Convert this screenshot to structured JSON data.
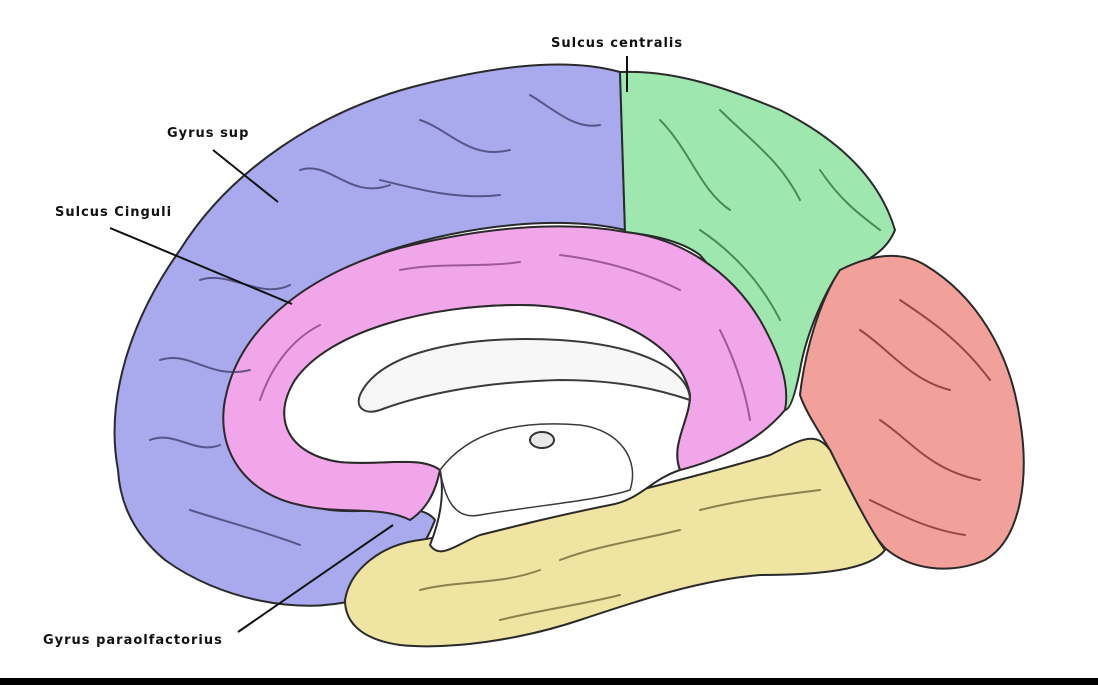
{
  "labels": {
    "sulcus_centralis": "Sulcus centralis",
    "gyrus_sup": "Gyrus sup",
    "sulcus_cinguli": "Sulcus Cinguli",
    "gyrus_paraolfactorius": "Gyrus paraolfactorius"
  },
  "colors": {
    "frontal_region": "#a9a9ee",
    "parietal_region": "#9ee8b0",
    "cingulate_region": "#f2a6ea",
    "occipital_region": "#f1a09a",
    "temporal_region": "#efe4a2",
    "outline": "#2a2a2a",
    "leader_line": "#111111",
    "bottom_bar": "#000000"
  }
}
